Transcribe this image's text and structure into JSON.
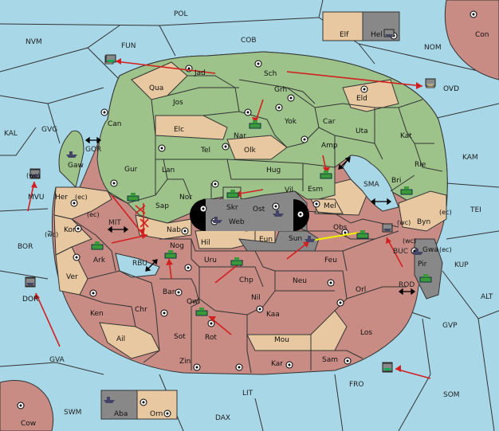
{
  "map": {
    "colors": {
      "sea": "#a8d8e8",
      "green_power": "#9ec38a",
      "red_power": "#c88c84",
      "neutral": "#e8c8a0",
      "grey_power": "#888888",
      "order_arrow": "#d22020",
      "support_arrow": "#f0f000"
    },
    "sea_regions": [
      "POL",
      "NVM",
      "FUN",
      "COB",
      "NOM",
      "KAL",
      "GVG",
      "GOR",
      "KAM",
      "SMA",
      "TEI",
      "BOR",
      "MIT",
      "RBU",
      "KUP",
      "ALT",
      "GVP",
      "ROD",
      "BUC",
      "GVA",
      "FRO",
      "LIT",
      "SWM",
      "DAX",
      "SOM"
    ],
    "regions": {
      "Elf": "Elf",
      "Hel": "Hel",
      "Con": "Con",
      "Jad": "Jad",
      "Sch": "Sch",
      "OVD": "OVD",
      "Qua": "Qua",
      "Jos": "Jos",
      "Grh": "Grh",
      "Eld": "Eld",
      "Can": "Can",
      "Nar": "Nar",
      "Yok": "Yok",
      "Car": "Car",
      "Uta": "Uta",
      "Kat": "Kat",
      "Elc": "Elc",
      "Tel": "Tel",
      "Olk": "Olk",
      "Amp": "Amp",
      "Rie": "Rie",
      "Gaw": "Gaw",
      "Gur": "Gur",
      "Lan": "Lan",
      "Hug": "Hug",
      "Esm": "Esm",
      "Bri": "Bri",
      "Vil": "Vil",
      "Nor": "Nor",
      "Skr": "Skr",
      "Ost": "Ost",
      "Mel": "Mel",
      "Her": "Her",
      "MVU": "MVU",
      "Sap": "Sap",
      "Web": "Web",
      "Byn": "Byn",
      "Kor": "Kor",
      "Nab": "Nab",
      "Eun": "Eun",
      "Sun": "Sun",
      "Obs": "Obs",
      "Hil": "Hil",
      "Gwa": "Gwa",
      "Ark": "Ark",
      "Nog": "Nog",
      "Pir": "Pir",
      "Uru": "Uru",
      "Feu": "Feu",
      "Ver": "Ver",
      "Chp": "Chp",
      "Neu": "Neu",
      "Bar": "Bar",
      "Qwi": "Qwi",
      "Nil": "Nil",
      "Orl": "Orl",
      "DOR": "DOR",
      "Ken": "Ken",
      "Chr": "Chr",
      "Kaa": "Kaa",
      "Sot": "Sot",
      "Rot": "Rot",
      "Los": "Los",
      "Ail": "Ail",
      "Mou": "Mou",
      "Zin": "Zin",
      "Kar": "Kar",
      "Sam": "Sam",
      "Aba": "Aba",
      "Orn": "Orn",
      "Cow": "Cow"
    },
    "coast_tags": {
      "wc": "(wc)",
      "ec": "(ec)"
    },
    "arrows": {
      "two_way": "↔",
      "diag": "⤢"
    }
  }
}
